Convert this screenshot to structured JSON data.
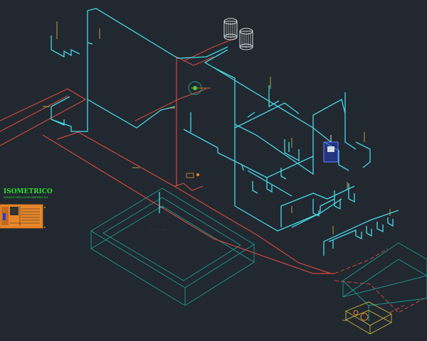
{
  "drawing": {
    "title": "ISOMETRICO",
    "subtitle": "DESAGUE INSTALACION SANITARIA PLA",
    "background": "#212830",
    "colors": {
      "water_pipe": "#46d7e6",
      "drain_pipe": "#d0483a",
      "tank_outline": "#1b9a8f",
      "annotation": "#d9c23a",
      "title": "#2ee02e",
      "legend_fill": "#e8872a",
      "equipment": "#2a3fd0"
    }
  },
  "legend": {
    "label": "legend-block"
  }
}
